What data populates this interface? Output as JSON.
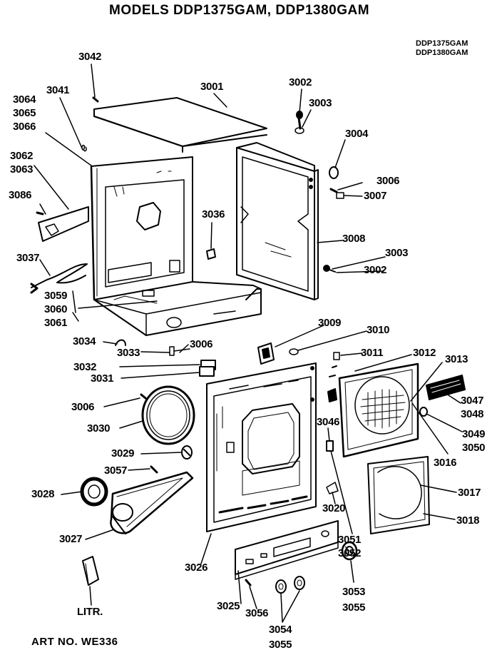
{
  "title": "MODELS DDP1375GAM, DDP1380GAM",
  "model_codes": [
    "DDP1375GAM",
    "DDP1380GAM"
  ],
  "art_number": "ART NO. WE336",
  "part_labels": [
    "3042",
    "3041",
    "3001",
    "3002",
    "3003",
    "3064",
    "3065",
    "3066",
    "3004",
    "3062",
    "3063",
    "3006",
    "3086",
    "3007",
    "3036",
    "3008",
    "3003",
    "3037",
    "3002",
    "3059",
    "3060",
    "3061",
    "3009",
    "3010",
    "3034",
    "3006",
    "3033",
    "3011",
    "3012",
    "3013",
    "3032",
    "3031",
    "3006",
    "3047",
    "3048",
    "3046",
    "3030",
    "3049",
    "3050",
    "3029",
    "3016",
    "3057",
    "3017",
    "3028",
    "3020",
    "3018",
    "3027",
    "3051",
    "3052",
    "3026",
    "3053",
    "3055",
    "3025",
    "3056",
    "LITR.",
    "3054",
    "3055"
  ]
}
